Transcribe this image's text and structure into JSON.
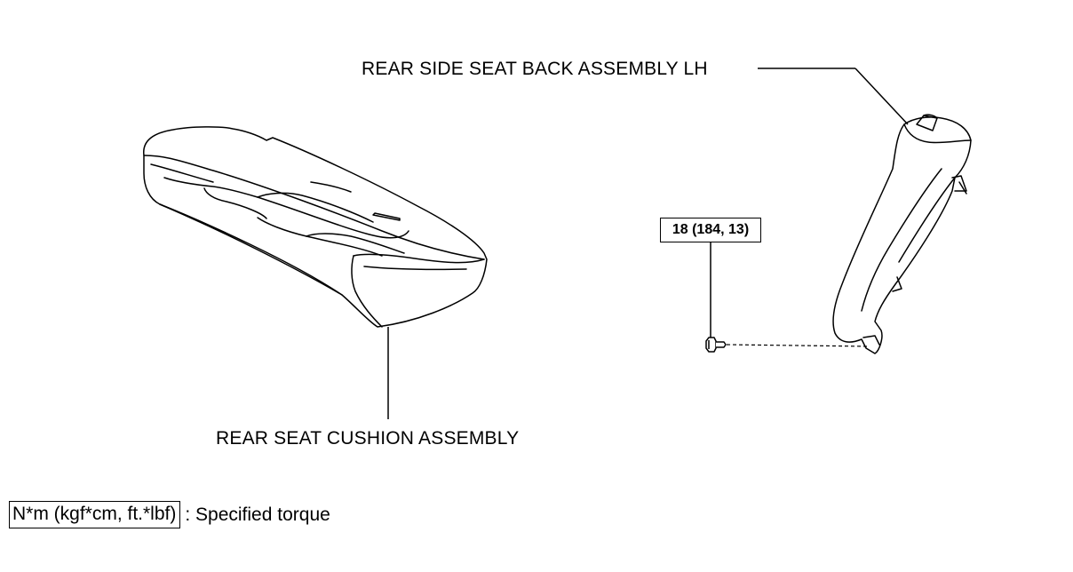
{
  "labels": {
    "seat_back": "REAR SIDE SEAT BACK ASSEMBLY LH",
    "seat_cushion": "REAR SEAT CUSHION ASSEMBLY",
    "bolt_torque": "18 (184, 13)"
  },
  "legend": {
    "unit_box": "N*m (kgf*cm, ft.*lbf)",
    "description": ": Specified torque"
  }
}
